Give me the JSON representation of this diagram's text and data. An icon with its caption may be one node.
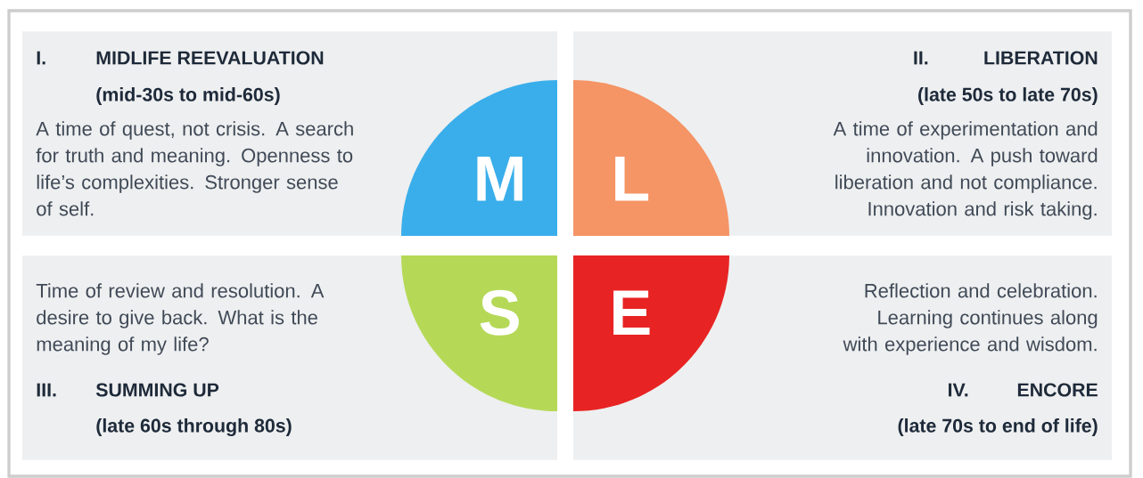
{
  "diagram": {
    "nodes": [
      {
        "text": [
          "I.",
          "MIDLIFE REEVALUATION",
          "(mid-30s to mid-60s)",
          "A time of quest, not crisis. A search for truth and meaning. Openness to life’s complexities. Stronger sense of self."
        ]
      },
      {
        "text": [
          "M"
        ],
        "in": 0
      },
      {
        "text": [
          "II.",
          "LIBERATION",
          "(late 50s to late 70s)",
          "A time of experimentation and innovation. A push toward liberation and not compliance. Innovation and risk taking."
        ]
      },
      {
        "text": [
          "L"
        ],
        "in": 2
      },
      {
        "text": [
          "Time of review and resolution. A desire to give back. What is the meaning of my life?",
          "III.",
          "SUMMING UP",
          "(late 60s through 80s)"
        ]
      },
      {
        "text": [
          "S"
        ],
        "in": 4
      },
      {
        "text": [
          "Reflection and celebration. Learning continues along with experience and wisdom.",
          "IV.",
          "ENCORE",
          "(late 70s to end of life)"
        ]
      },
      {
        "text": [
          "E"
        ],
        "in": 6
      }
    ]
  }
}
